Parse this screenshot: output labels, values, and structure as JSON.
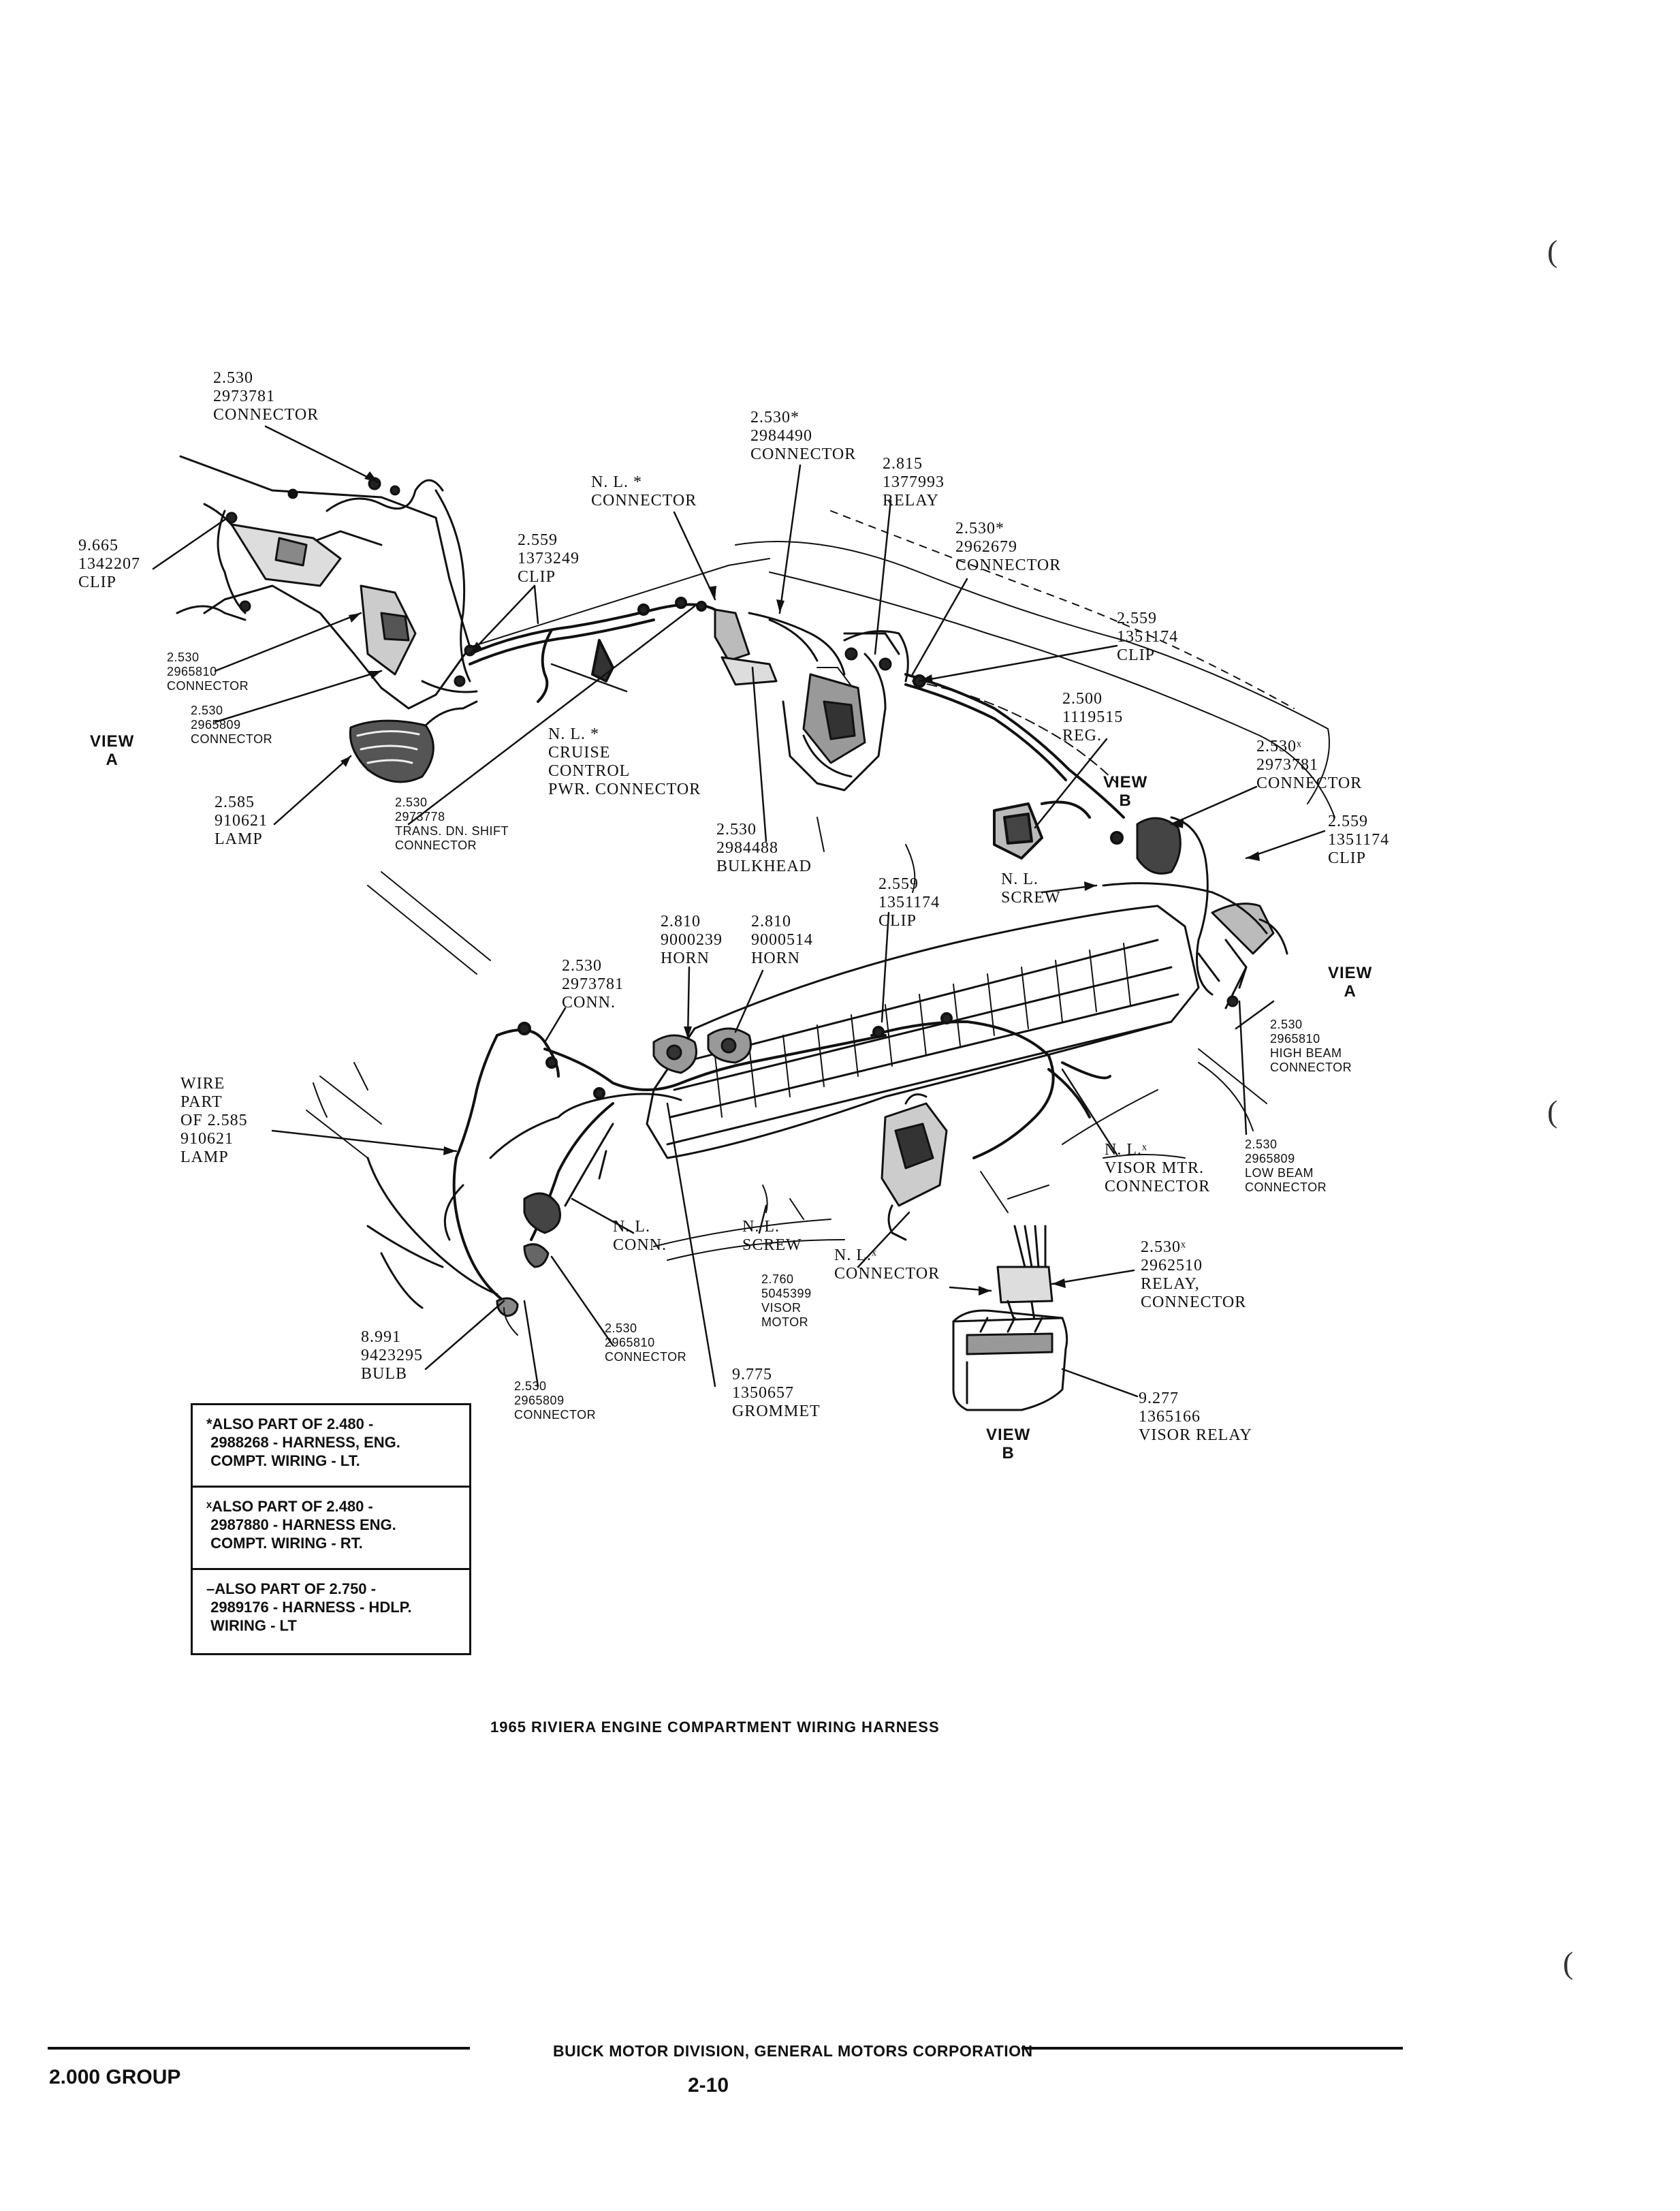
{
  "labels": [
    {
      "id": "l1",
      "text": "2.530\n2973781\nCONNECTOR"
    },
    {
      "id": "l2",
      "text": "9.665\n1342207\nCLIP"
    },
    {
      "id": "l3",
      "text": "N. L. *\nCONNECTOR"
    },
    {
      "id": "l4",
      "text": "2.530*\n2984490\nCONNECTOR"
    },
    {
      "id": "l5",
      "text": "2.815\n1377993\nRELAY"
    },
    {
      "id": "l6",
      "text": "2.530*\n2962679\nCONNECTOR"
    },
    {
      "id": "l7",
      "text": "2.559\n1373249\nCLIP"
    },
    {
      "id": "l8",
      "text": "2.559\n1351174\nCLIP"
    },
    {
      "id": "l9",
      "text": "2.530\n2965810\nCONNECTOR",
      "small": true
    },
    {
      "id": "l10",
      "text": "2.530\n2965809\nCONNECTOR",
      "small": true
    },
    {
      "id": "l11",
      "text": "2.500\n1119515\nREG."
    },
    {
      "id": "l12",
      "text": "2.530ˣ\n2973781\nCONNECTOR"
    },
    {
      "id": "l13",
      "text": "N. L. *\nCRUISE\nCONTROL\nPWR. CONNECTOR"
    },
    {
      "id": "l14",
      "text": "2.585\n910621\nLAMP"
    },
    {
      "id": "l15",
      "text": "2.530\n2973778\nTRANS. DN. SHIFT\nCONNECTOR",
      "small": true
    },
    {
      "id": "l16",
      "text": "2.530\n2984488\nBULKHEAD"
    },
    {
      "id": "l17",
      "text": "2.559\n1351174\nCLIP"
    },
    {
      "id": "l18",
      "text": "2.559\n1351174\nCLIP"
    },
    {
      "id": "l19",
      "text": "N. L.\nSCREW"
    },
    {
      "id": "l20",
      "text": "2.810\n9000239\nHORN"
    },
    {
      "id": "l21",
      "text": "2.810\n9000514\nHORN"
    },
    {
      "id": "l22",
      "text": "2.530\n2973781\nCONN."
    },
    {
      "id": "l23",
      "text": "WIRE\nPART\nOF 2.585\n910621\nLAMP"
    },
    {
      "id": "l24",
      "text": "2.530\n2965810\nHIGH BEAM\nCONNECTOR",
      "small": true
    },
    {
      "id": "l25",
      "text": "N. L.ˣ\nVISOR MTR.\nCONNECTOR"
    },
    {
      "id": "l26",
      "text": "2.530\n2965809\nLOW BEAM\nCONNECTOR",
      "small": true
    },
    {
      "id": "l27",
      "text": "N. L.\nCONN."
    },
    {
      "id": "l28",
      "text": "N. L.\nSCREW"
    },
    {
      "id": "l29",
      "text": "N. L.ˣ\nCONNECTOR"
    },
    {
      "id": "l30",
      "text": "2.530ˣ\n2962510\nRELAY,\nCONNECTOR"
    },
    {
      "id": "l31",
      "text": "2.760\n5045399\nVISOR\nMOTOR",
      "small": true
    },
    {
      "id": "l32",
      "text": "8.991\n9423295\nBULB"
    },
    {
      "id": "l33",
      "text": "2.530\n2965810\nCONNECTOR",
      "small": true
    },
    {
      "id": "l34",
      "text": "2.530\n2965809\nCONNECTOR",
      "small": true
    },
    {
      "id": "l35",
      "text": "9.775\n1350657\nGROMMET"
    },
    {
      "id": "l36",
      "text": "9.277\n1365166\nVISOR RELAY"
    }
  ],
  "views": [
    {
      "id": "v1",
      "text": "VIEW\nA"
    },
    {
      "id": "v2",
      "text": "VIEW\nB"
    },
    {
      "id": "v3",
      "text": "VIEW\nA"
    },
    {
      "id": "v4",
      "text": "VIEW\nB"
    }
  ],
  "notes": [
    "*ALSO PART OF 2.480 -\n 2988268 - HARNESS, ENG.\n COMPT. WIRING - LT.",
    "ˣALSO PART OF 2.480 -\n 2987880 - HARNESS ENG.\n COMPT. WIRING - RT.",
    "–ALSO PART OF 2.750 -\n 2989176 - HARNESS - HDLP.\n WIRING - LT"
  ],
  "caption": "1965 RIVIERA ENGINE COMPARTMENT WIRING HARNESS",
  "footer": {
    "corporation": "BUICK MOTOR DIVISION, GENERAL MOTORS CORPORATION",
    "group": "2.000 GROUP",
    "page": "2-10"
  },
  "margin_marks": [
    "(",
    "(",
    "("
  ]
}
